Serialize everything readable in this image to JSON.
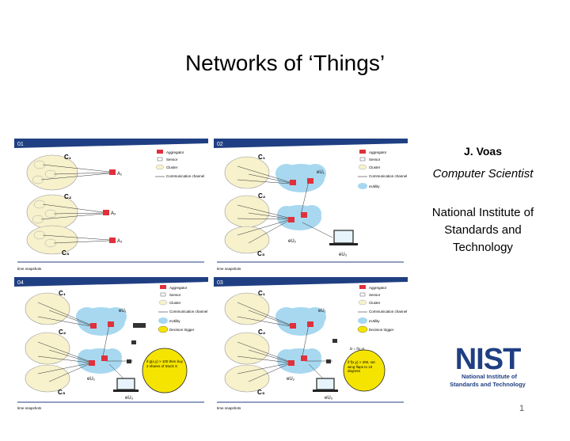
{
  "slide": {
    "title": "Networks of ‘Things’",
    "page_number": "1"
  },
  "author": {
    "name": "J. Voas",
    "role": "Computer Scientist",
    "organization": "National Institute of Standards and Technology"
  },
  "logo": {
    "mark": "NIST",
    "line1": "National Institute of",
    "line2": "Standards and Technology",
    "color": "#1f3f82"
  },
  "colors": {
    "banner": "#1f3f82",
    "aggregator": "#e0303a",
    "cluster": "#f7f1cc",
    "cloud": "#a8d8f0",
    "trigger": "#f5e400"
  },
  "panels": [
    {
      "id": "01",
      "legend": [
        "Aggregator",
        "Sensor",
        "Cluster",
        "Communication channel"
      ],
      "clusters": [
        "C₁",
        "C₂",
        "C₃"
      ],
      "aggregators": [
        "A₁",
        "A₂",
        "A₃"
      ],
      "footer": "time snapshots"
    },
    {
      "id": "02",
      "legend": [
        "Aggregator",
        "Sensor",
        "Cluster",
        "Communication channel",
        "eUtility"
      ],
      "clusters": [
        "C₁",
        "C₂",
        "C₃"
      ],
      "eutilities": [
        "eU₁",
        "eU₂",
        "eU₃"
      ],
      "footer": "time snapshots"
    },
    {
      "id": "04",
      "legend": [
        "Aggregator",
        "Sensor",
        "Cluster",
        "Communication channel",
        "eUtility",
        "Decision trigger"
      ],
      "clusters": [
        "C₁",
        "C₂",
        "C₃"
      ],
      "eutilities": [
        "eU₁",
        "eU₂",
        "eU₃"
      ],
      "trigger_text": "if g(x,y) > 100 then buy 2 shares of Stock S",
      "footer": "time snapshots"
    },
    {
      "id": "03",
      "legend": [
        "Aggregator",
        "Sensor",
        "Cluster",
        "Communication channel",
        "eUtility",
        "Decision trigger"
      ],
      "clusters": [
        "C₁",
        "C₂",
        "C₃"
      ],
      "eutilities": [
        "eU₁",
        "eU₂",
        "eU₃"
      ],
      "trigger_text": "if f(x,y) > 200, set wing flaps to 10 degrees",
      "formula": "D = f(x,y)",
      "footer": "time snapshots"
    }
  ]
}
